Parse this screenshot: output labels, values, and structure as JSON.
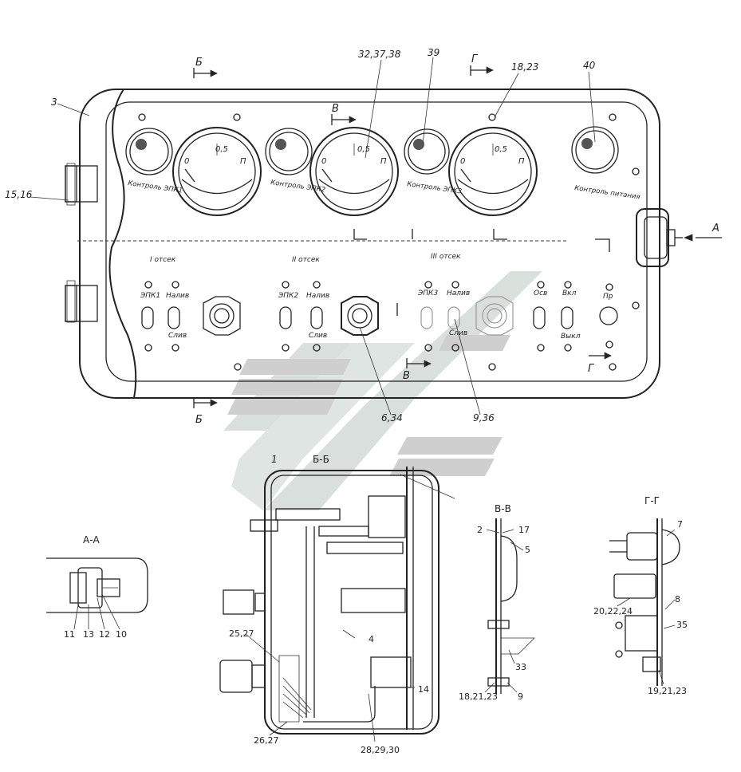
{
  "callouts": {
    "c3": "3",
    "c15_16": "15,16",
    "c32": "32,37,38",
    "c39": "39",
    "c18_23": "18,23",
    "c40": "40",
    "c6_34": "6,34",
    "c9_36": "9,36",
    "c1": "1"
  },
  "sections": {
    "b_top": "Б",
    "b_bottom": "Б",
    "v_top": "В",
    "v_bottom": "В",
    "g_top": "Г",
    "g_bottom": "Г",
    "a_right": "А"
  },
  "panel": {
    "lamp1": "Контроль ЭПК1",
    "lamp2": "Контроль ЭПК2",
    "lamp3": "Контроль ЭПК3",
    "lamp4": "Контроль питания",
    "gauge_0": "0",
    "gauge_half": "0,5",
    "gauge_p": "П",
    "comp1": "I отсек",
    "comp2": "II отсек",
    "comp3": "III отсек",
    "epk1": "ЭПК1",
    "epk2": "ЭПК2",
    "epk3": "ЭПК3",
    "naliv": "Налив",
    "sliv": "Слив",
    "osv": "Осв",
    "vkl": "Вкл",
    "vykl": "Выкл",
    "pr": "Пр"
  },
  "views": {
    "aa": {
      "title": "А-А",
      "labels": [
        "11",
        "13",
        "12",
        "10"
      ]
    },
    "bb": {
      "title": "Б-Б",
      "labels": [
        "25,27",
        "4",
        "14",
        "26,27",
        "28,29,30"
      ]
    },
    "vv": {
      "title": "В-В",
      "labels": [
        "2",
        "17",
        "5",
        "33",
        "18,21,23",
        "9"
      ]
    },
    "gg": {
      "title": "Г-Г",
      "labels": [
        "7",
        "20,22,24",
        "8",
        "35",
        "19,21,23"
      ]
    }
  },
  "colors": {
    "line": "#222222",
    "watermark_gray": "#b4b4b4",
    "watermark_green": "#b9c6c0"
  }
}
